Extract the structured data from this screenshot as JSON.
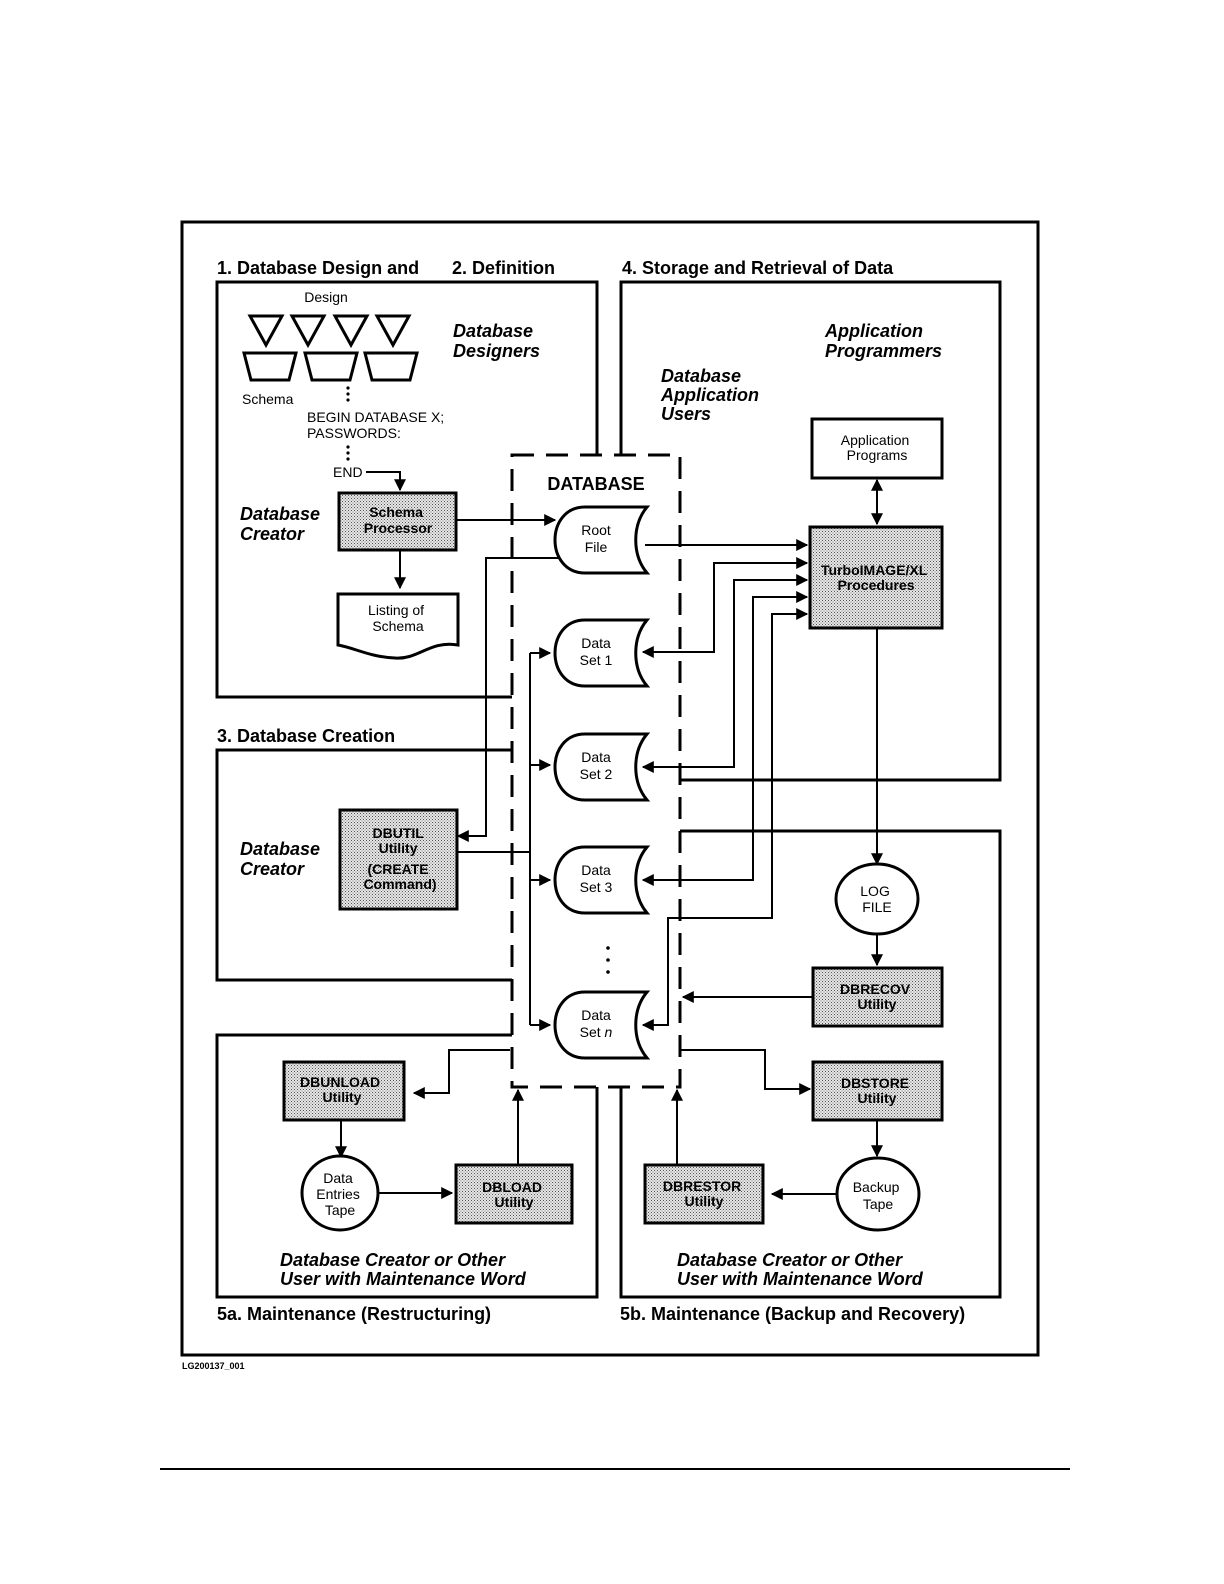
{
  "sections": {
    "s1": "1.  Database Design and",
    "s2": "2. Definition",
    "s3": "3.  Database Creation",
    "s4": "4.  Storage and Retrieval of Data",
    "s5a": "5a.   Maintenance (Restructuring)",
    "s5b": "5b. Maintenance (Backup and Recovery)"
  },
  "roles": {
    "designers": [
      "Database",
      "Designers"
    ],
    "creator1": [
      "Database",
      "Creator"
    ],
    "creator3": [
      "Database",
      "Creator"
    ],
    "app_users": [
      "Database",
      "Application",
      "Users"
    ],
    "app_programmers": [
      "Application",
      "Programmers"
    ],
    "maint_a": [
      "Database Creator or Other",
      "User with Maintenance Word"
    ],
    "maint_b": [
      "Database Creator or Other",
      "User with Maintenance Word"
    ]
  },
  "design": {
    "design_label": "Design",
    "schema_label": "Schema",
    "schema_text": [
      "BEGIN DATABASE X;",
      "PASSWORDS:"
    ],
    "end_label": "END"
  },
  "nodes": {
    "schema_processor": [
      "Schema",
      "Processor"
    ],
    "listing": [
      "Listing  of",
      "Schema"
    ],
    "database": "DATABASE",
    "root_file": [
      "Root",
      "File"
    ],
    "data_set_1": [
      "Data",
      "Set 1"
    ],
    "data_set_2": [
      "Data",
      "Set 2"
    ],
    "data_set_3": [
      "Data",
      "Set 3"
    ],
    "data_set_n": [
      "Data",
      "Set ",
      "n"
    ],
    "app_programs": [
      "Application",
      "Programs"
    ],
    "turboimage": [
      "TurboIMAGE/XL",
      "Procedures"
    ],
    "dbutil": [
      "DBUTIL",
      "Utility",
      "(CREATE",
      "Command)"
    ],
    "log_file": [
      "LOG",
      "FILE"
    ],
    "dbrecov": [
      "DBRECOV",
      "Utility"
    ],
    "dbunload": [
      "DBUNLOAD",
      "Utility"
    ],
    "data_entries_tape": [
      "Data",
      "Entries",
      "Tape"
    ],
    "dbload": [
      "DBLOAD",
      "Utility"
    ],
    "dbstore": [
      "DBSTORE",
      "Utility"
    ],
    "backup_tape": [
      "Backup",
      "Tape"
    ],
    "dbrestor": [
      "DBRESTOR",
      "Utility"
    ]
  },
  "figure_id": "LG200137_001"
}
